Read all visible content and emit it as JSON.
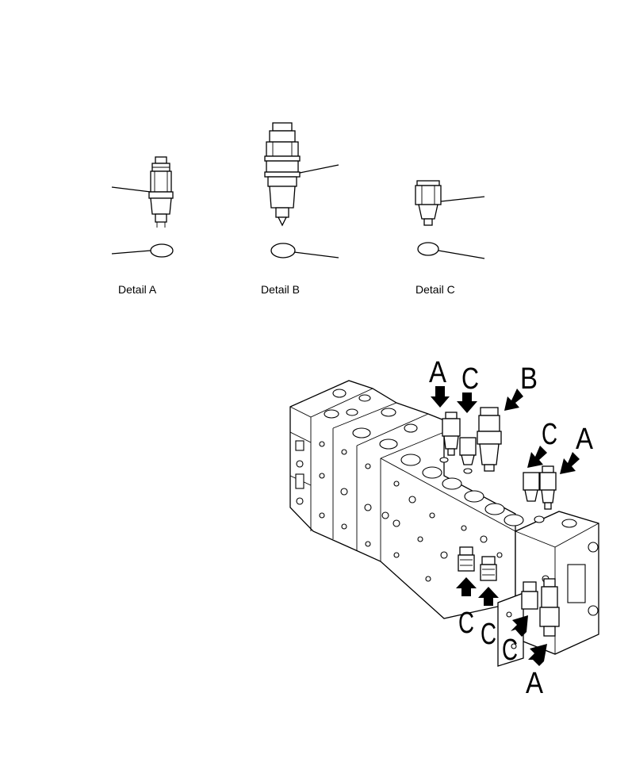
{
  "details": [
    {
      "id": "A",
      "caption": "Detail A"
    },
    {
      "id": "B",
      "caption": "Detail B"
    },
    {
      "id": "C",
      "caption": "Detail C"
    }
  ],
  "callouts": {
    "top_a1": "A",
    "top_c1": "C",
    "top_b": "B",
    "top_c2": "C",
    "top_a2": "A",
    "low_c1": "C",
    "low_c2": "C",
    "low_c3": "C",
    "low_a": "A"
  },
  "colors": {
    "line": "#000000",
    "background": "#ffffff"
  }
}
